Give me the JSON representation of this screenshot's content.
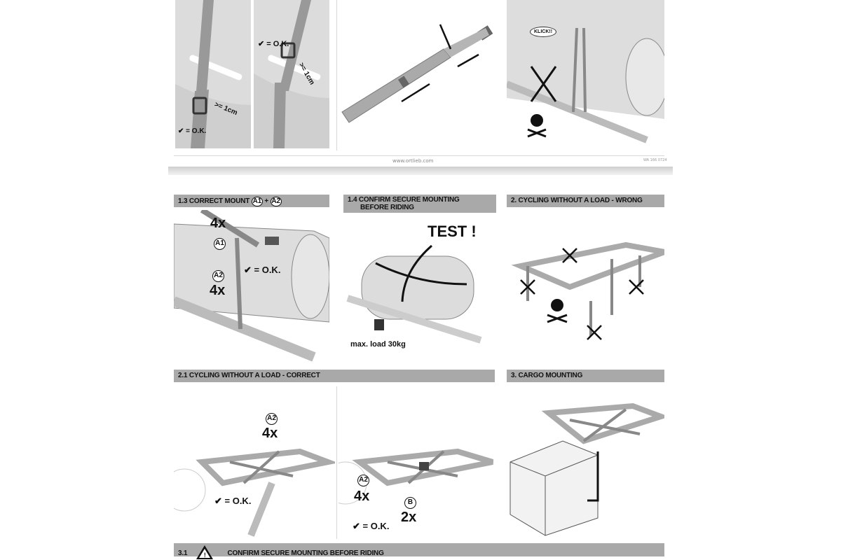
{
  "top_page": {
    "ok_label": "✔ = O.K.",
    "min_gap_label": ">= 1cm",
    "klick_label": "KLICK!!",
    "footer_url": "www.ortlieb.com",
    "footer_code": "WA 166 0724"
  },
  "sections": {
    "s1_3": {
      "title": "1.3 CORRECT MOUNT",
      "a1": "A1",
      "plus": "+",
      "a2": "A2",
      "count_a1": "4x",
      "count_a2": "4x",
      "ok": "✔ = O.K."
    },
    "s1_4": {
      "title_line1": "1.4  CONFIRM SECURE MOUNTING",
      "title_line2": "BEFORE RIDING",
      "test": "TEST !",
      "max_load": "max. load 30kg"
    },
    "s2": {
      "title": "2. CYCLING WITHOUT A LOAD - WRONG"
    },
    "s2_1": {
      "title": "2.1 CYCLING WITHOUT A LOAD - CORRECT",
      "a2": "A2",
      "count_a2": "4x",
      "ok": "✔ = O.K.",
      "b": "B",
      "count_b": "2x",
      "a2_right": "A2",
      "count_a2_right": "4x",
      "ok_right": "✔ = O.K."
    },
    "s3": {
      "title": "3. CARGO MOUNTING"
    },
    "s3_1": {
      "number": "3.1",
      "title": "CONFIRM SECURE MOUNTING BEFORE RIDING"
    }
  },
  "colors": {
    "header_bg": "#a9a9a9",
    "panel_bg": "#e4e4e4",
    "strap": "#9a9a9a"
  }
}
